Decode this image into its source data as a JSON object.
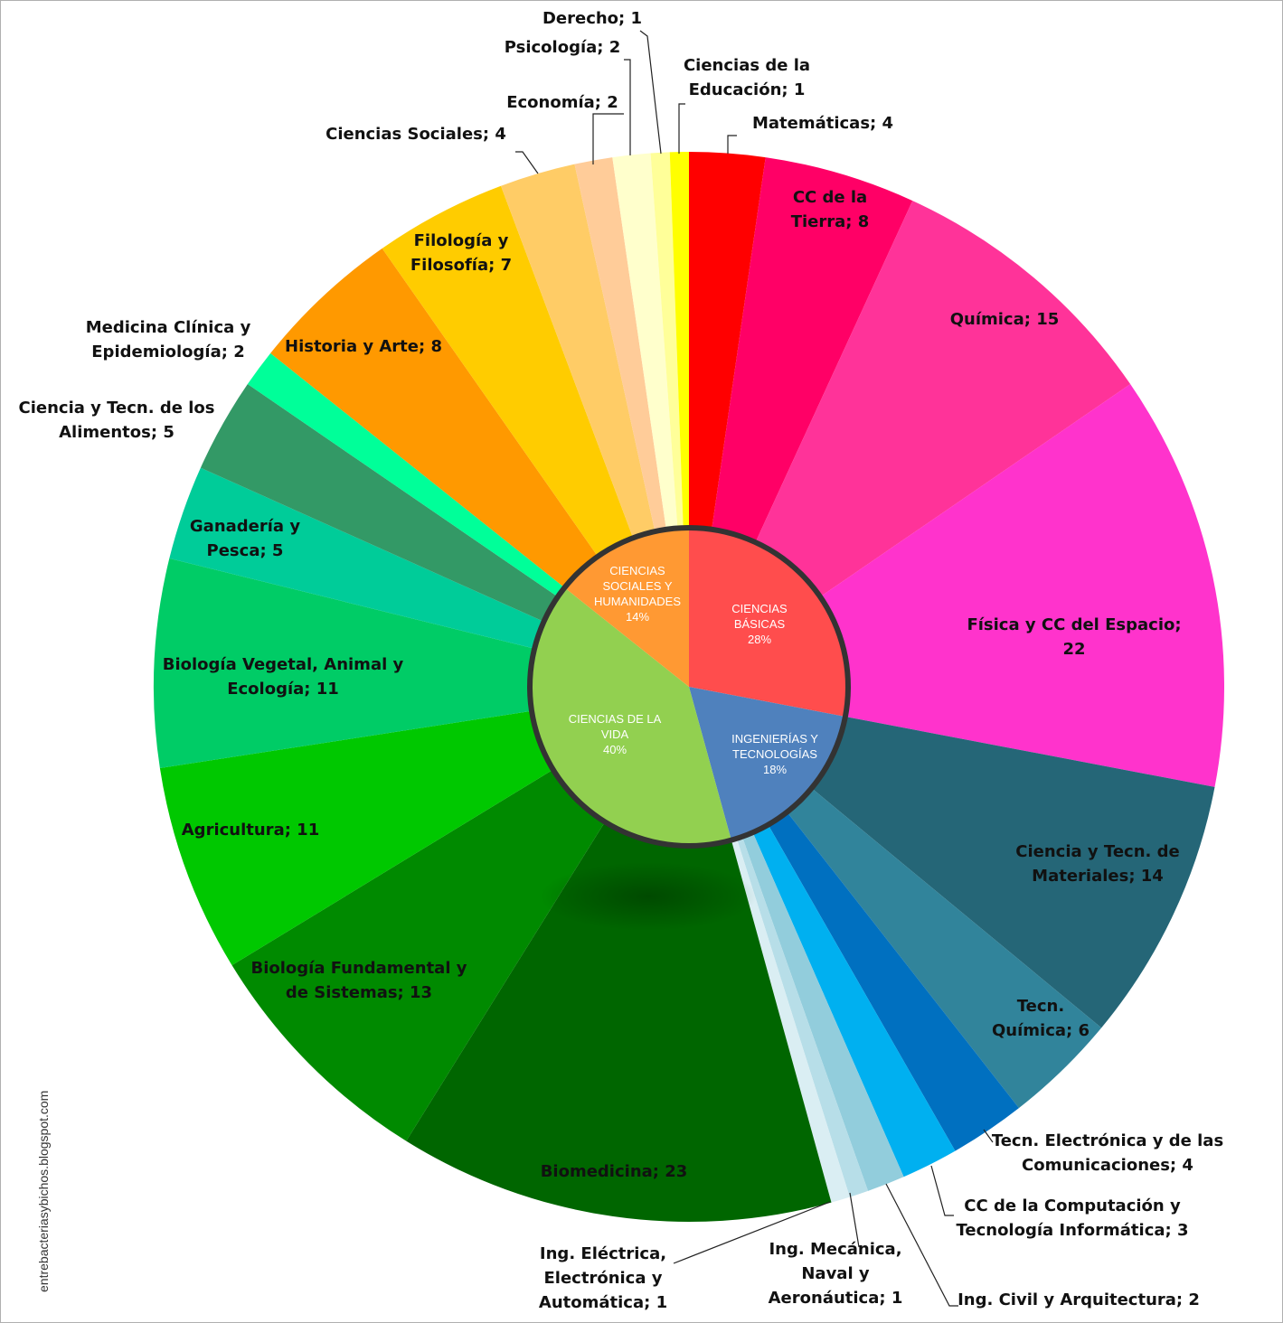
{
  "chart_data": {
    "type": "pie",
    "subtype": "sunburst",
    "title": "",
    "inner": [
      {
        "name": "CIENCIAS BÁSICAS",
        "value": "28%",
        "color": "#ff4d4d"
      },
      {
        "name": "INGENIERÍAS Y TECNOLOGÍAS",
        "value": "18%",
        "color": "#4f81bd"
      },
      {
        "name": "CIENCIAS DE LA VIDA",
        "value": "40%",
        "color": "#92d050"
      },
      {
        "name": "CIENCIAS SOCIALES Y HUMANIDADES",
        "value": "14%",
        "color": "#ff9933"
      }
    ],
    "outer": [
      {
        "name": "Matemáticas",
        "value": 4,
        "group": "CIENCIAS BÁSICAS",
        "color": "#ff0000"
      },
      {
        "name": "CC de la Tierra",
        "value": 8,
        "group": "CIENCIAS BÁSICAS",
        "color": "#ff0066"
      },
      {
        "name": "Química",
        "value": 15,
        "group": "CIENCIAS BÁSICAS",
        "color": "#ff3399"
      },
      {
        "name": "Física y CC del Espacio",
        "value": 22,
        "group": "CIENCIAS BÁSICAS",
        "color": "#ff33cc"
      },
      {
        "name": "Ciencia y Tecn. de Materiales",
        "value": 14,
        "group": "INGENIERÍAS Y TECNOLOGÍAS",
        "color": "#256677"
      },
      {
        "name": "Tecn. Química",
        "value": 6,
        "group": "INGENIERÍAS Y TECNOLOGÍAS",
        "color": "#31849b"
      },
      {
        "name": "Tecn. Electrónica y de las Comunicaciones",
        "value": 4,
        "group": "INGENIERÍAS Y TECNOLOGÍAS",
        "color": "#0070c0"
      },
      {
        "name": "CC de la Computación y Tecnología Informática",
        "value": 3,
        "group": "INGENIERÍAS Y TECNOLOGÍAS",
        "color": "#00b0f0"
      },
      {
        "name": "Ing. Civil y Arquitectura",
        "value": 2,
        "group": "INGENIERÍAS Y TECNOLOGÍAS",
        "color": "#92cddc"
      },
      {
        "name": "Ing. Mecánica, Naval y Aeronáutica",
        "value": 1,
        "group": "INGENIERÍAS Y TECNOLOGÍAS",
        "color": "#b7dee8"
      },
      {
        "name": "Ing. Eléctrica, Electrónica y Automática",
        "value": 1,
        "group": "INGENIERÍAS Y TECNOLOGÍAS",
        "color": "#daeef3"
      },
      {
        "name": "Biomedicina",
        "value": 23,
        "group": "CIENCIAS DE LA VIDA",
        "color": "#006600"
      },
      {
        "name": "Biología Fundamental y de Sistemas",
        "value": 13,
        "group": "CIENCIAS DE LA VIDA",
        "color": "#008a00"
      },
      {
        "name": "Agricultura",
        "value": 11,
        "group": "CIENCIAS DE LA VIDA",
        "color": "#00c800"
      },
      {
        "name": "Biología Vegetal, Animal y Ecología",
        "value": 11,
        "group": "CIENCIAS DE LA VIDA",
        "color": "#00cc66"
      },
      {
        "name": "Ganadería y Pesca",
        "value": 5,
        "group": "CIENCIAS DE LA VIDA",
        "color": "#00cc99"
      },
      {
        "name": "Ciencia y Tecn. de los Alimentos",
        "value": 5,
        "group": "CIENCIAS DE LA VIDA",
        "color": "#339966"
      },
      {
        "name": "Medicina Clínica y Epidemiología",
        "value": 2,
        "group": "CIENCIAS DE LA VIDA",
        "color": "#00ff99"
      },
      {
        "name": "Historia y Arte",
        "value": 8,
        "group": "CIENCIAS SOCIALES Y HUMANIDADES",
        "color": "#ff9900"
      },
      {
        "name": "Filología y Filosofía",
        "value": 7,
        "group": "CIENCIAS SOCIALES Y HUMANIDADES",
        "color": "#ffcc00"
      },
      {
        "name": "Ciencias Sociales",
        "value": 4,
        "group": "CIENCIAS SOCIALES Y HUMANIDADES",
        "color": "#ffcc66"
      },
      {
        "name": "Economía",
        "value": 2,
        "group": "CIENCIAS SOCIALES Y HUMANIDADES",
        "color": "#ffcc99"
      },
      {
        "name": "Psicología",
        "value": 2,
        "group": "CIENCIAS SOCIALES Y HUMANIDADES",
        "color": "#ffffcc"
      },
      {
        "name": "Derecho",
        "value": 1,
        "group": "CIENCIAS SOCIALES Y HUMANIDADES",
        "color": "#ffff99"
      },
      {
        "name": "Ciencias de la Educación",
        "value": 1,
        "group": "CIENCIAS SOCIALES Y HUMANIDADES",
        "color": "#ffff00"
      }
    ]
  },
  "labels": {
    "outer": [
      {
        "lines": [
          "Matemáticas; 4"
        ]
      },
      {
        "lines": [
          "CC de la",
          "Tierra; 8"
        ]
      },
      {
        "lines": [
          "Química; 15"
        ]
      },
      {
        "lines": [
          "Física y CC del Espacio;",
          "22"
        ]
      },
      {
        "lines": [
          "Ciencia y Tecn. de",
          "Materiales; 14"
        ]
      },
      {
        "lines": [
          "Tecn.",
          "Química; 6"
        ]
      },
      {
        "lines": [
          "Tecn. Electrónica y de las",
          "Comunicaciones; 4"
        ]
      },
      {
        "lines": [
          "CC de la Computación y",
          "Tecnología Informática; 3"
        ]
      },
      {
        "lines": [
          "Ing. Civil y Arquitectura; 2"
        ]
      },
      {
        "lines": [
          "Ing. Mecánica,",
          "Naval y",
          "Aeronáutica; 1"
        ]
      },
      {
        "lines": [
          "Ing. Eléctrica,",
          "Electrónica y",
          "Automática; 1"
        ]
      },
      {
        "lines": [
          "Biomedicina; 23"
        ]
      },
      {
        "lines": [
          "Biología Fundamental y",
          "de Sistemas; 13"
        ]
      },
      {
        "lines": [
          "Agricultura; 11"
        ]
      },
      {
        "lines": [
          "Biología Vegetal, Animal y",
          "Ecología; 11"
        ]
      },
      {
        "lines": [
          "Ganadería y",
          "Pesca; 5"
        ]
      },
      {
        "lines": [
          "Ciencia y Tecn. de los",
          "Alimentos; 5"
        ]
      },
      {
        "lines": [
          "Medicina Clínica y",
          "Epidemiología; 2"
        ]
      },
      {
        "lines": [
          "Historia y Arte; 8"
        ]
      },
      {
        "lines": [
          "Filología y",
          "Filosofía; 7"
        ]
      },
      {
        "lines": [
          "Ciencias Sociales; 4"
        ]
      },
      {
        "lines": [
          "Economía; 2"
        ]
      },
      {
        "lines": [
          "Psicología; 2"
        ]
      },
      {
        "lines": [
          "Derecho; 1"
        ]
      },
      {
        "lines": [
          "Ciencias de la",
          "Educación; 1"
        ]
      }
    ],
    "inner": [
      {
        "lines": [
          "CIENCIAS",
          "BÁSICAS",
          "28%"
        ]
      },
      {
        "lines": [
          "INGENIERÍAS Y",
          "TECNOLOGÍAS",
          "18%"
        ]
      },
      {
        "lines": [
          "CIENCIAS DE LA",
          "VIDA",
          "40%"
        ]
      },
      {
        "lines": [
          "CIENCIAS",
          "SOCIALES Y",
          "HUMANIDADES",
          "14%"
        ]
      }
    ]
  },
  "watermark": "entrebacteriasybichos.blogspot.com"
}
